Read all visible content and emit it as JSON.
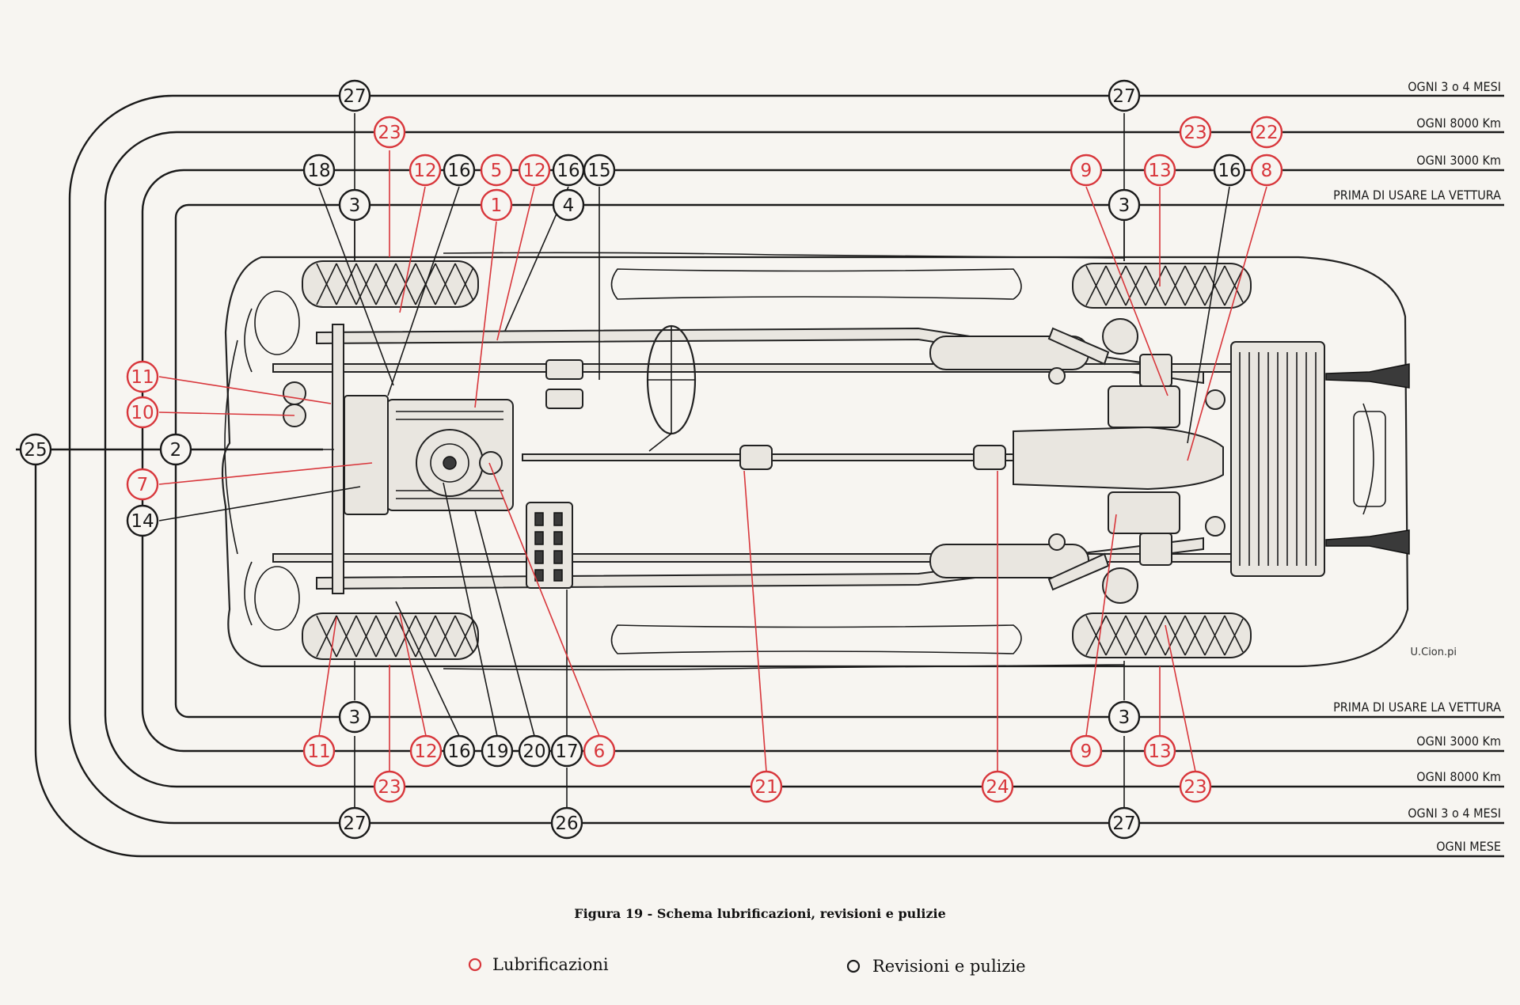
{
  "lines": {
    "top": [
      {
        "id": "top-ogni-3-4-mesi",
        "label": "OGNI 3 o 4 MESI"
      },
      {
        "id": "top-ogni-8000",
        "label": "OGNI 8000 Km"
      },
      {
        "id": "top-ogni-3000",
        "label": "OGNI 3000 Km"
      },
      {
        "id": "top-prima",
        "label": "PRIMA DI USARE LA VETTURA"
      }
    ],
    "bottom": [
      {
        "id": "bottom-prima",
        "label": "PRIMA DI USARE LA VETTURA"
      },
      {
        "id": "bottom-ogni-3000",
        "label": "OGNI 3000 Km"
      },
      {
        "id": "bottom-ogni-8000",
        "label": "OGNI 8000 Km"
      },
      {
        "id": "bottom-ogni-3-4-mesi",
        "label": "OGNI 3 o 4 MESI"
      },
      {
        "id": "bottom-ogni-mese",
        "label": "OGNI MESE"
      }
    ]
  },
  "markers": [
    {
      "n": "27",
      "color": "black"
    },
    {
      "n": "27",
      "color": "black"
    },
    {
      "n": "23",
      "color": "red"
    },
    {
      "n": "23",
      "color": "red"
    },
    {
      "n": "22",
      "color": "red"
    },
    {
      "n": "18",
      "color": "black"
    },
    {
      "n": "12",
      "color": "red"
    },
    {
      "n": "16",
      "color": "black"
    },
    {
      "n": "5",
      "color": "red"
    },
    {
      "n": "12",
      "color": "red"
    },
    {
      "n": "16",
      "color": "black"
    },
    {
      "n": "15",
      "color": "black"
    },
    {
      "n": "9",
      "color": "red"
    },
    {
      "n": "13",
      "color": "red"
    },
    {
      "n": "16",
      "color": "black"
    },
    {
      "n": "8",
      "color": "red"
    },
    {
      "n": "3",
      "color": "black"
    },
    {
      "n": "1",
      "color": "red"
    },
    {
      "n": "4",
      "color": "black"
    },
    {
      "n": "3",
      "color": "black"
    },
    {
      "n": "11",
      "color": "red"
    },
    {
      "n": "10",
      "color": "red"
    },
    {
      "n": "25",
      "color": "black"
    },
    {
      "n": "2",
      "color": "black"
    },
    {
      "n": "7",
      "color": "red"
    },
    {
      "n": "14",
      "color": "black"
    },
    {
      "n": "3",
      "color": "black"
    },
    {
      "n": "3",
      "color": "black"
    },
    {
      "n": "11",
      "color": "red"
    },
    {
      "n": "12",
      "color": "red"
    },
    {
      "n": "16",
      "color": "black"
    },
    {
      "n": "19",
      "color": "black"
    },
    {
      "n": "20",
      "color": "black"
    },
    {
      "n": "17",
      "color": "black"
    },
    {
      "n": "6",
      "color": "red"
    },
    {
      "n": "9",
      "color": "red"
    },
    {
      "n": "13",
      "color": "red"
    },
    {
      "n": "23",
      "color": "red"
    },
    {
      "n": "21",
      "color": "red"
    },
    {
      "n": "24",
      "color": "red"
    },
    {
      "n": "23",
      "color": "red"
    },
    {
      "n": "27",
      "color": "black"
    },
    {
      "n": "26",
      "color": "black"
    },
    {
      "n": "27",
      "color": "black"
    }
  ],
  "caption": "Figura 19 - Schema lubrificazioni, revisioni e pulizie",
  "legend": {
    "lubrication": "Lubrificazioni",
    "revision": "Revisioni e pulizie"
  },
  "signature": "U.Cion.pi",
  "colors": {
    "red": "#d8363b",
    "black": "#1a1a1a",
    "paper": "#f7f5f1"
  }
}
